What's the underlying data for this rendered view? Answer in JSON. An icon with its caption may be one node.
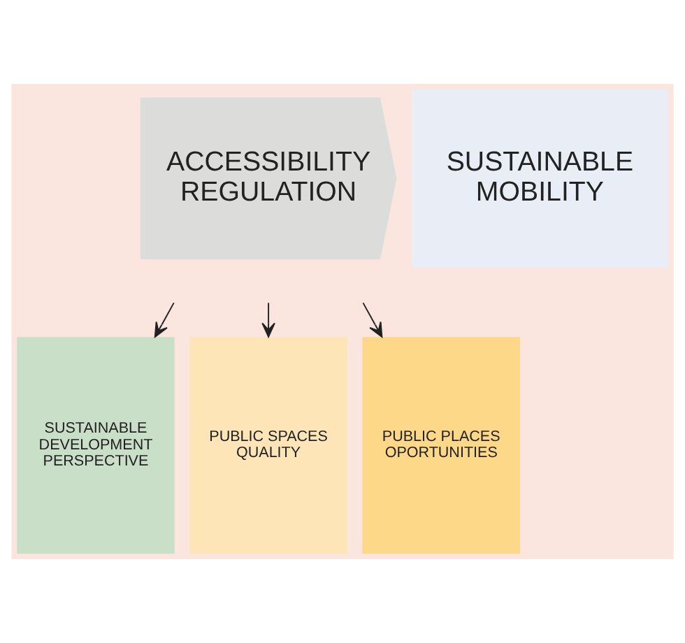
{
  "diagram": {
    "nodes": [
      {
        "text": [
          "ACCESSIBILITY REGULATION"
        ]
      },
      {
        "text": [
          "SUSTAINABLE MOBILITY"
        ]
      },
      {
        "text": [
          "SUSTAINABLE DEVELOPMENT PERSPECTIVE"
        ]
      },
      {
        "text": [
          "PUBLIC SPACES QUALITY"
        ]
      },
      {
        "text": [
          "PUBLIC PLACES OPORTUNITIES"
        ]
      }
    ],
    "edges": [
      {
        "from": null,
        "to": 2,
        "arrow": "to"
      },
      {
        "from": null,
        "to": 3,
        "arrow": "to"
      },
      {
        "from": null,
        "to": 4,
        "arrow": "to"
      }
    ]
  }
}
